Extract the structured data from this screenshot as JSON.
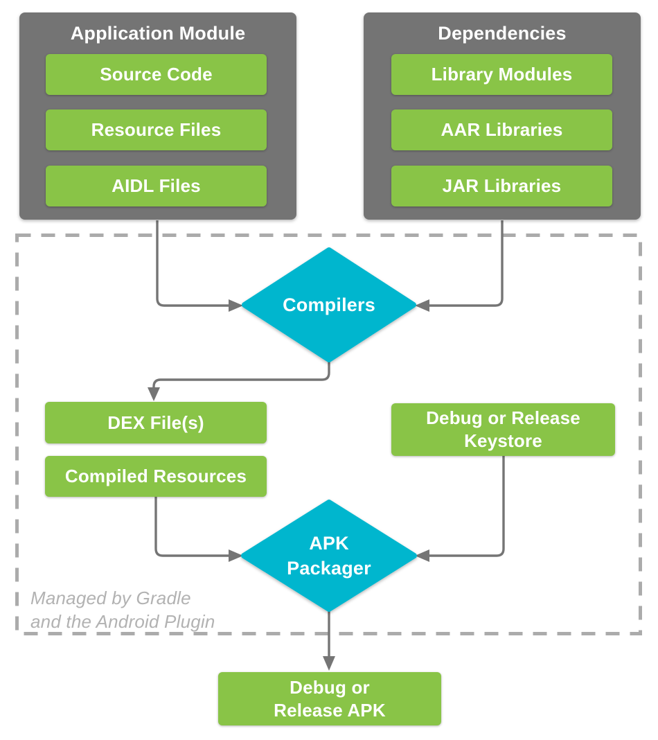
{
  "colors": {
    "group_box_gray": "#747474",
    "item_green": "#89c447",
    "diamond_cyan": "#00b6ce",
    "connector_gray": "#757575",
    "dashed_border_gray": "#ababab",
    "note_gray": "#b2b2b2",
    "label_white": "#ffffff"
  },
  "application_module": {
    "title": "Application Module",
    "items": [
      "Source Code",
      "Resource Files",
      "AIDL Files"
    ]
  },
  "dependencies": {
    "title": "Dependencies",
    "items": [
      "Library Modules",
      "AAR Libraries",
      "JAR Libraries"
    ]
  },
  "gradle_region": {
    "note_line1": "Managed by Gradle",
    "note_line2": "and the Android Plugin",
    "compilers_label": "Compilers",
    "dex_label": "DEX File(s)",
    "compiled_resources_label": "Compiled Resources",
    "keystore_label": "Debug or Release Keystore",
    "apk_packager_label": "APK Packager"
  },
  "output": {
    "apk_label": "Debug or Release APK"
  }
}
